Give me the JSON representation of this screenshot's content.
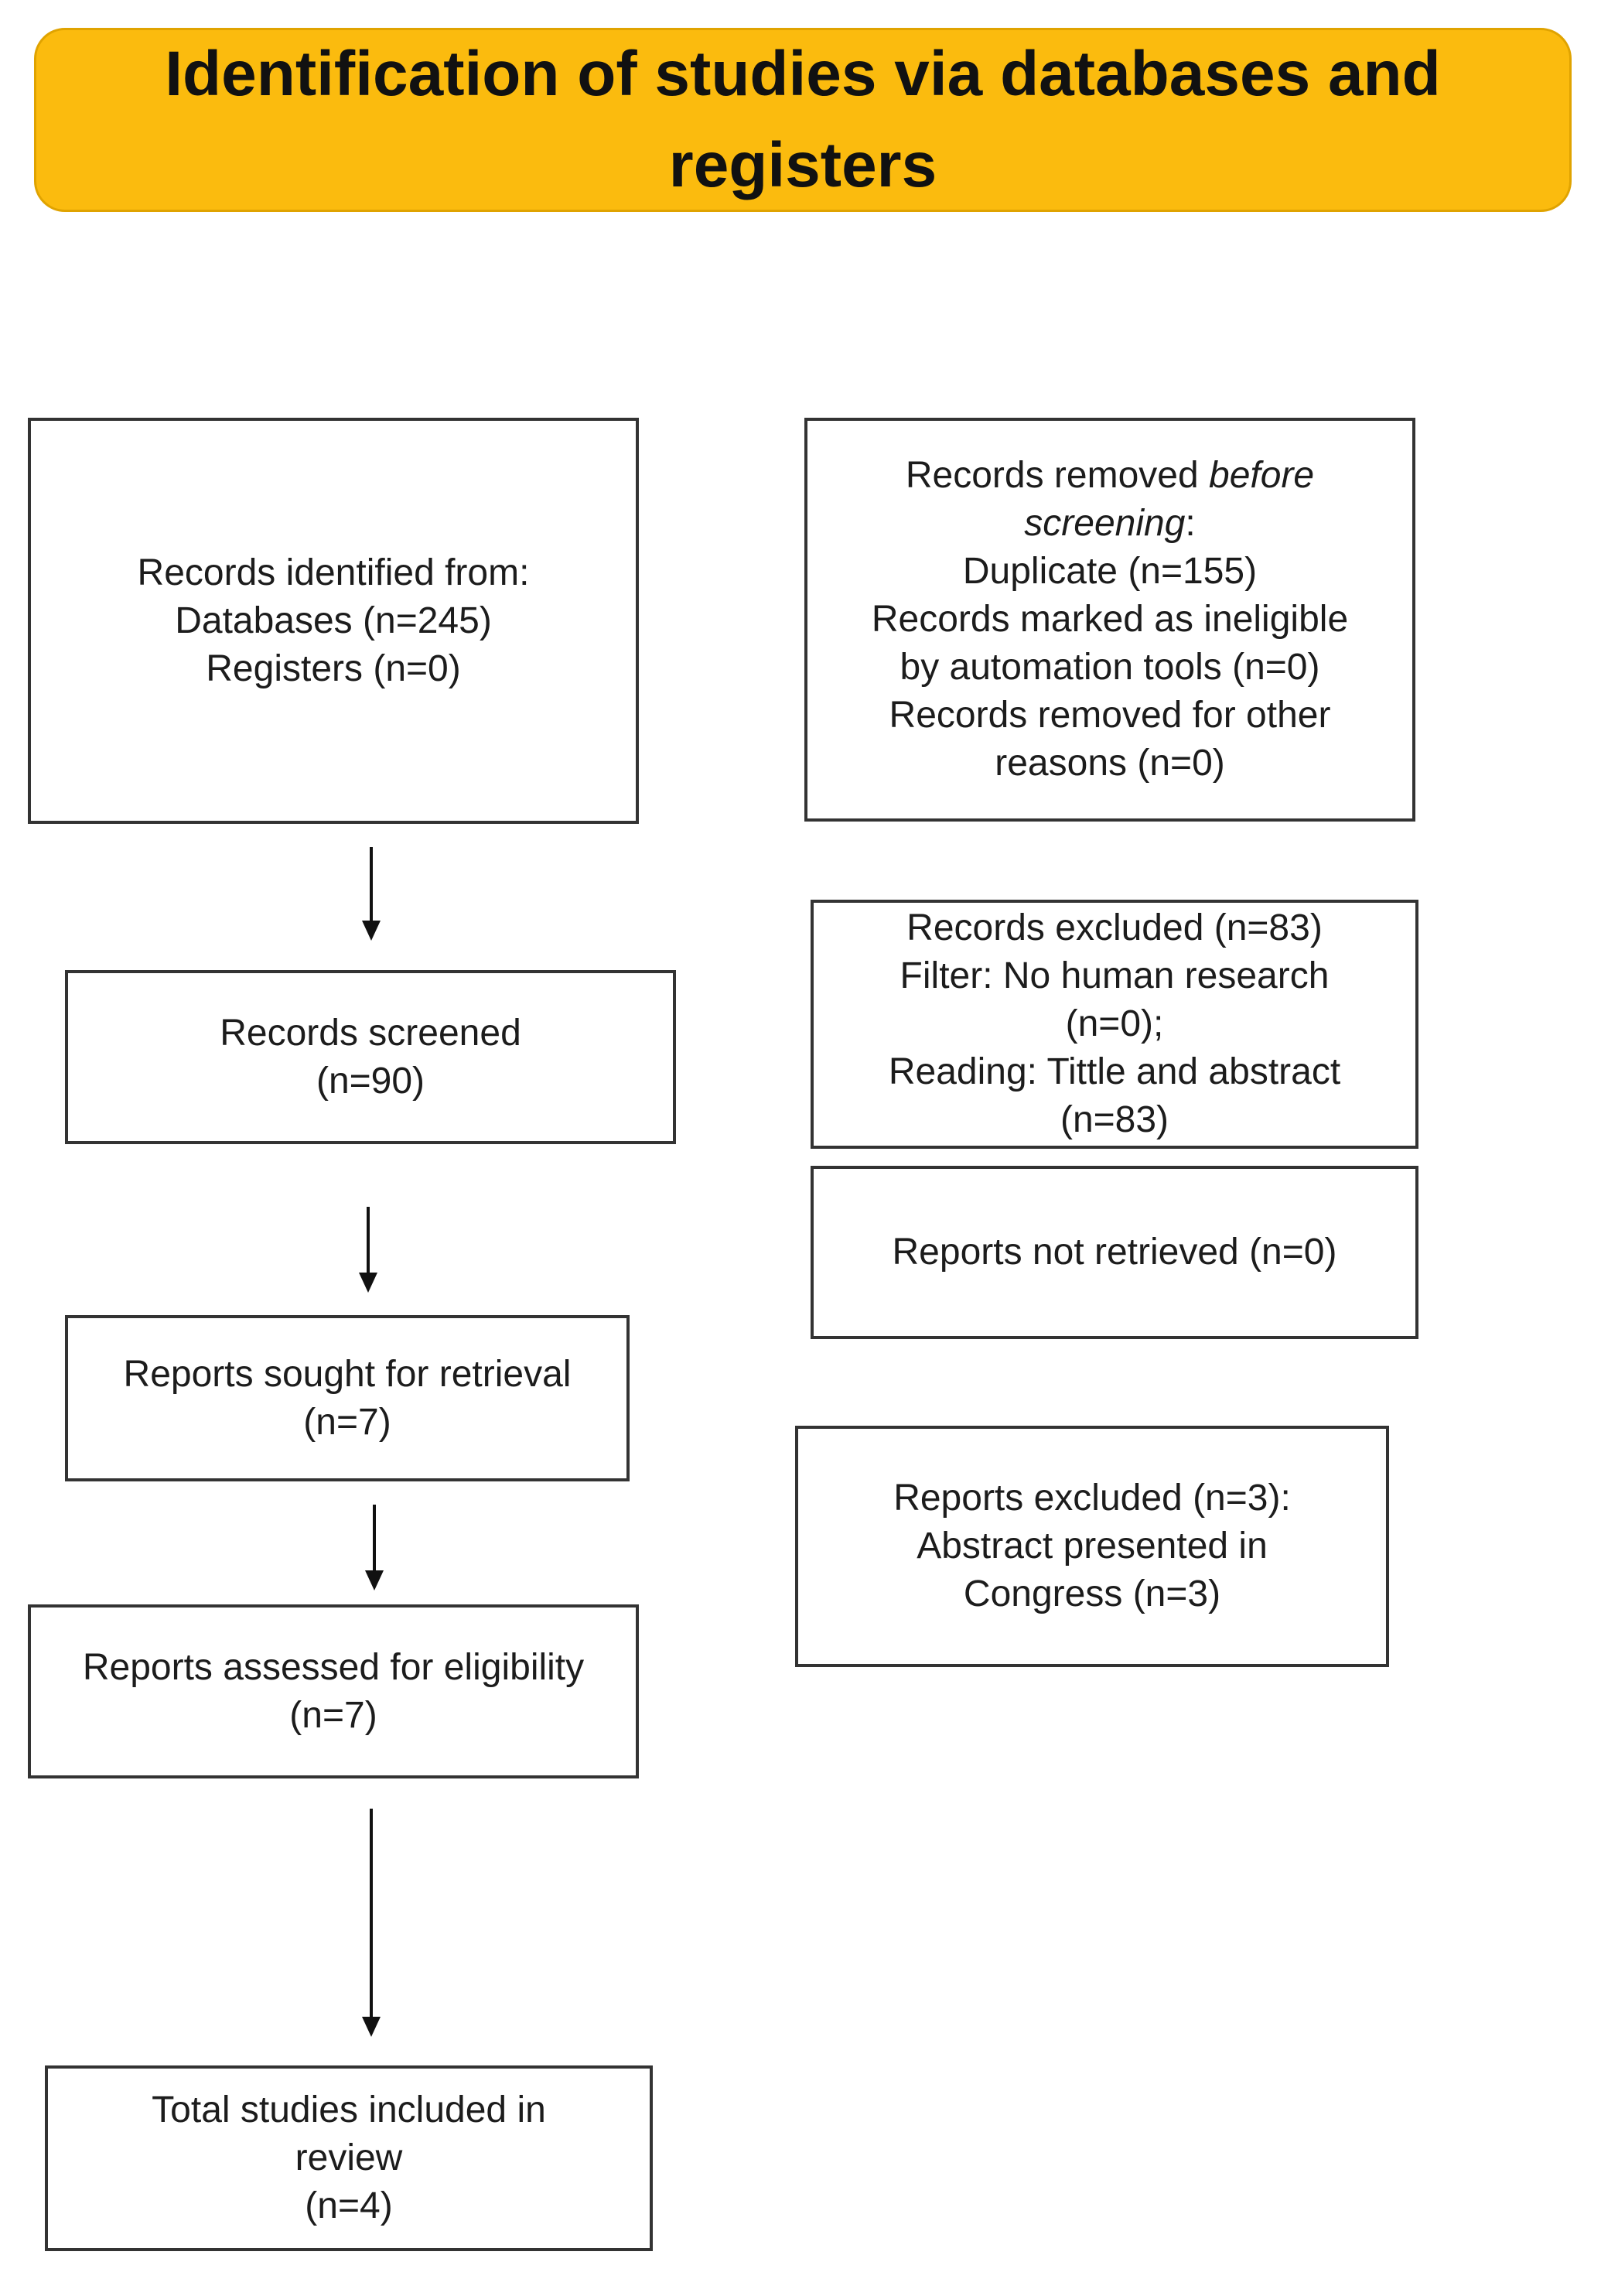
{
  "header": {
    "title": "Identification of studies via databases and registers"
  },
  "colors": {
    "header_fill": "#fbbb0e",
    "box_border": "#333333",
    "arrow": "#111111"
  },
  "boxes": {
    "records_identified": {
      "line1": "Records identified from:",
      "line2": "Databases (n=245)",
      "line3": "Registers (n=0)"
    },
    "records_removed": {
      "line1a": "Records removed ",
      "line1b": "before",
      "line2": "screening",
      "line2b": ":",
      "line3": "Duplicate (n=155)",
      "line4": "Records marked as ineligible",
      "line5": "by automation tools (n=0)",
      "line6": "Records removed for other",
      "line7": "reasons (n=0)"
    },
    "records_screened": {
      "line1": "Records screened",
      "line2": "(n=90)"
    },
    "records_excluded": {
      "line1": "Records excluded (n=83)",
      "line2": "Filter: No human research",
      "line3": "(n=0);",
      "line4": "Reading: Tittle and abstract",
      "line5": "(n=83)"
    },
    "reports_not_retrieved": {
      "line1": "Reports not retrieved (n=0)"
    },
    "reports_sought": {
      "line1": "Reports sought for retrieval",
      "line2": "(n=7)"
    },
    "reports_excluded": {
      "line1": "Reports excluded (n=3):",
      "line2": "Abstract presented in",
      "line3": "Congress (n=3)"
    },
    "reports_assessed": {
      "line1": "Reports assessed for eligibility",
      "line2": "(n=7)"
    },
    "total_included": {
      "line1": "Total studies included in",
      "line2": "review",
      "line3": "(n=4)"
    }
  }
}
